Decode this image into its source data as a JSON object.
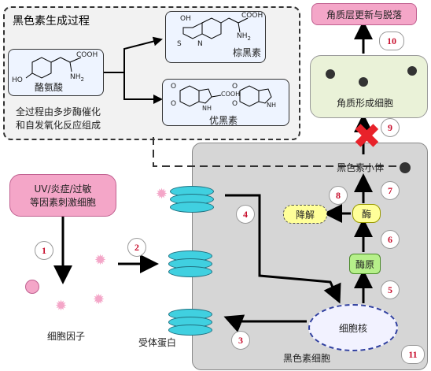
{
  "synthesis_title": "黑色素生成过程",
  "tyrosine_label": "酪氨酸",
  "process_note_line1": "全过程由多步酶催化",
  "process_note_line2": "和自发氧化反应组成",
  "pheomelanin_label": "棕黑素",
  "eumelanin_label": "优黑素",
  "stimulus_line1": "UV/炎症/过敏",
  "stimulus_line2": "等因素刺激细胞",
  "cytokine_label": "细胞因子",
  "receptor_label": "受体蛋白",
  "nucleus_label": "细胞核",
  "enzyme_precursor_label": "酶原",
  "enzyme_label": "酶",
  "degradation_label": "降解",
  "melanosome_label": "黑色素小体",
  "melanocyte_label": "黑色素细胞",
  "keratinocyte_label": "角质形成细胞",
  "shedding_label": "角质层更新与脱落",
  "steps": [
    "1",
    "2",
    "3",
    "4",
    "5",
    "6",
    "7",
    "8",
    "9",
    "10",
    "11"
  ],
  "chem_labels": {
    "ho": "HO",
    "oh": "OH",
    "o": "O",
    "nh2": "NH",
    "nh2_sub": "2",
    "cooh": "COOH",
    "s": "S",
    "n": "N",
    "h": "H"
  },
  "colors": {
    "pink": "#f4a6c8",
    "cyan": "#40d0e0",
    "cell": "#d9d9d9",
    "yellow": "#ffff99",
    "green": "#b6f08a",
    "red_x": "#e8222a",
    "step_red": "#c8102e"
  }
}
